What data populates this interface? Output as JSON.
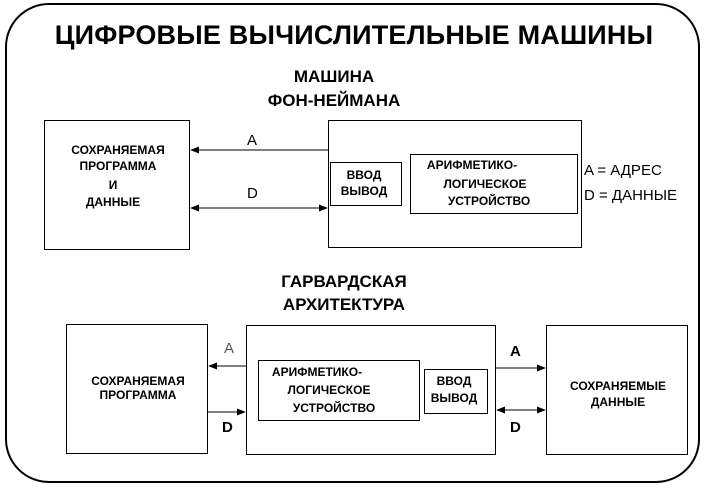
{
  "title": "ЦИФРОВЫЕ ВЫЧИСЛИТЕЛЬНЫЕ МАШИНЫ",
  "von_neumann": {
    "heading_line1": "МАШИНА",
    "heading_line2": "ФОН-НЕЙМАНА",
    "memory_box": [
      "СОХРАНЯЕМАЯ",
      "ПРОГРАММА",
      "И",
      "ДАННЫЕ"
    ],
    "io_box": [
      "ВВОД",
      "ВЫВОД"
    ],
    "alu_box": [
      "АРИФМЕТИКО-",
      "ЛОГИЧЕСКОЕ",
      "УСТРОЙСТВО"
    ],
    "arrow_a": "A",
    "arrow_d": "D",
    "legend": [
      "A = АДРЕС",
      "D = ДАННЫЕ"
    ]
  },
  "harvard": {
    "heading_line1": "ГАРВАРДСКАЯ",
    "heading_line2": "АРХИТЕКТУРА",
    "program_box": [
      "СОХРАНЯЕМАЯ",
      "ПРОГРАММА"
    ],
    "alu_box": [
      "АРИФМЕТИКО-",
      "ЛОГИЧЕСКОЕ",
      "УСТРОЙСТВО"
    ],
    "io_box": [
      "ВВОД",
      "ВЫВОД"
    ],
    "data_box": [
      "СОХРАНЯЕМЫЕ",
      "ДАННЫЕ"
    ],
    "left_a": "A",
    "left_d": "D",
    "right_a": "A",
    "right_d": "D"
  }
}
